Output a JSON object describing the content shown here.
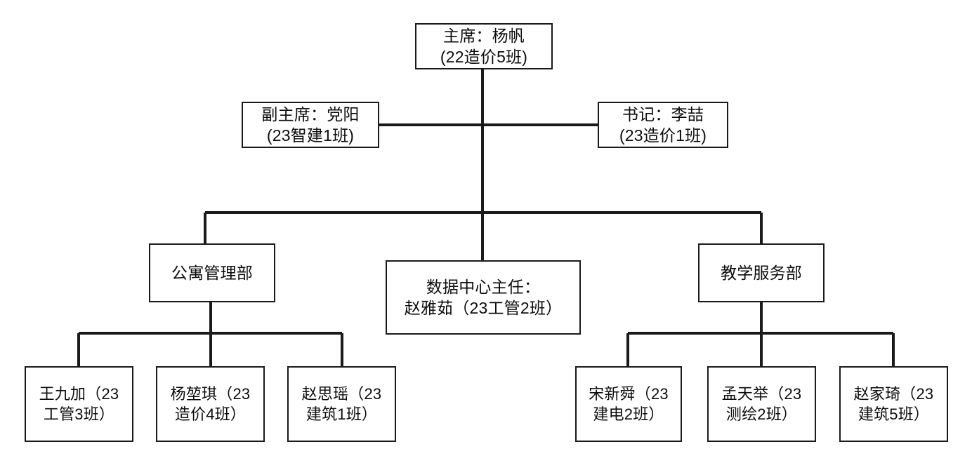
{
  "chart_data": {
    "type": "diagram",
    "diagram_type": "organization-chart",
    "title": "",
    "orientation": "top-down",
    "style": {
      "box_border_color": "#1a1a1a",
      "box_fill_color": "#ffffff",
      "line_color": "#1a1a1a",
      "text_color": "#0d0d0d",
      "background": "#ffffff"
    },
    "nodes": [
      {
        "id": "chair",
        "label": "主席：杨帆\n(22造价5班)",
        "level": 0
      },
      {
        "id": "vice",
        "label": "副主席：党阳\n(23智建1班)",
        "level": 1
      },
      {
        "id": "secretary",
        "label": "书记：李喆\n(23造价1班)",
        "level": 1
      },
      {
        "id": "dept-left",
        "label": "公寓管理部",
        "level": 2
      },
      {
        "id": "datacenter",
        "label": "数据中心主任：\n赵雅茹（23工管2班）",
        "level": 2
      },
      {
        "id": "dept-right",
        "label": "教学服务部",
        "level": 2
      },
      {
        "id": "member-1",
        "label": "王九加（23\n工管3班）",
        "level": 3
      },
      {
        "id": "member-2",
        "label": "杨堃琪（23\n造价4班）",
        "level": 3
      },
      {
        "id": "member-3",
        "label": "赵思瑶（23\n建筑1班）",
        "level": 3
      },
      {
        "id": "member-4",
        "label": "宋新舜（23\n建电2班）",
        "level": 3
      },
      {
        "id": "member-5",
        "label": "孟天举（23\n测绘2班）",
        "level": 3
      },
      {
        "id": "member-6",
        "label": "赵家琦（23\n建筑5班）",
        "level": 3
      }
    ],
    "edges": [
      {
        "from": "chair",
        "to": "vice"
      },
      {
        "from": "chair",
        "to": "secretary"
      },
      {
        "from": "chair",
        "to": "dept-left"
      },
      {
        "from": "chair",
        "to": "datacenter"
      },
      {
        "from": "chair",
        "to": "dept-right"
      },
      {
        "from": "dept-left",
        "to": "member-1"
      },
      {
        "from": "dept-left",
        "to": "member-2"
      },
      {
        "from": "dept-left",
        "to": "member-3"
      },
      {
        "from": "dept-right",
        "to": "member-4"
      },
      {
        "from": "dept-right",
        "to": "member-5"
      },
      {
        "from": "dept-right",
        "to": "member-6"
      }
    ]
  },
  "nodes": {
    "chair": {
      "label": "主席：杨帆\n(22造价5班)"
    },
    "vice": {
      "label": "副主席：党阳\n(23智建1班)"
    },
    "secretary": {
      "label": "书记：李喆\n(23造价1班)"
    },
    "dept_left": {
      "label": "公寓管理部"
    },
    "datacenter": {
      "label": "数据中心主任：\n赵雅茹（23工管2班）"
    },
    "dept_right": {
      "label": "教学服务部"
    },
    "member_1": {
      "label": "王九加（23\n工管3班）"
    },
    "member_2": {
      "label": "杨堃琪（23\n造价4班）"
    },
    "member_3": {
      "label": "赵思瑶（23\n建筑1班）"
    },
    "member_4": {
      "label": "宋新舜（23\n建电2班）"
    },
    "member_5": {
      "label": "孟天举（23\n测绘2班）"
    },
    "member_6": {
      "label": "赵家琦（23\n建筑5班）"
    }
  }
}
